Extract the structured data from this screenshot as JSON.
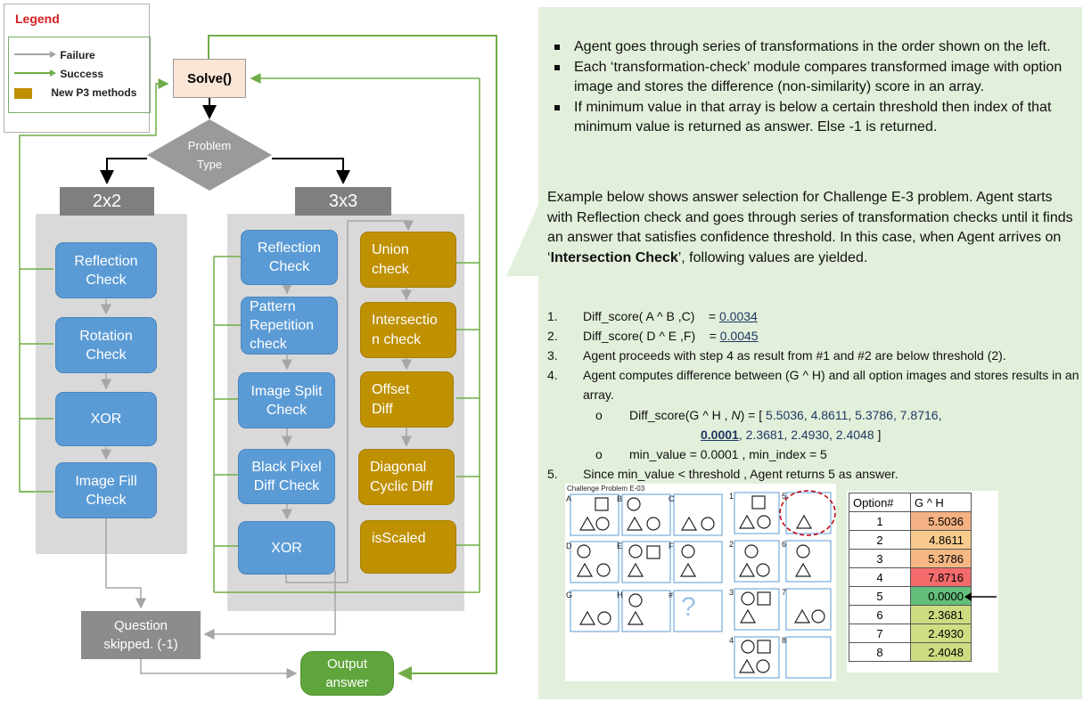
{
  "colors": {
    "failure": "#a6a6a6",
    "success": "#70ad47",
    "new_method": "#bf9000",
    "check_box": "#5b9bd5",
    "panel_bg": "#d9d9d9",
    "header_bg": "#7f7f7f",
    "note_bg": "#e2efda"
  },
  "legend": {
    "title": "Legend",
    "failure": "Failure",
    "success": "Success",
    "new_methods": "New P3 methods"
  },
  "flow": {
    "solve": "Solve()",
    "problem_type": [
      "Problem",
      "Type"
    ],
    "h2x2": "2x2",
    "h3x3": "3x3",
    "checks_2x2": [
      {
        "lines": [
          "Reflection",
          "Check"
        ],
        "icon": "check"
      },
      {
        "lines": [
          "Rotation",
          "Check"
        ],
        "icon": "check"
      },
      {
        "lines": [
          "XOR"
        ],
        "icon": "check"
      },
      {
        "lines": [
          "Image Fill",
          "Check"
        ],
        "icon": "check"
      }
    ],
    "checks_3x3_left": [
      {
        "lines": [
          "Reflection",
          "Check"
        ]
      },
      {
        "lines": [
          "Pattern",
          "Repetition",
          "check"
        ]
      },
      {
        "lines": [
          "Image Split",
          "Check"
        ]
      },
      {
        "lines": [
          "Black Pixel",
          "Diff Check"
        ]
      },
      {
        "lines": [
          "XOR"
        ]
      }
    ],
    "checks_3x3_right": [
      {
        "lines": [
          "Union",
          "check"
        ]
      },
      {
        "lines": [
          "Intersectio",
          "n check"
        ]
      },
      {
        "lines": [
          "Offset",
          "Diff"
        ]
      },
      {
        "lines": [
          "Diagonal",
          "Cyclic Diff"
        ]
      },
      {
        "lines": [
          "isScaled"
        ]
      }
    ],
    "question_skipped": [
      "Question",
      "skipped. (-1)"
    ],
    "output_answer": [
      "Output",
      "answer"
    ]
  },
  "notes": {
    "bullets": [
      "Agent goes through series of transformations in the order shown on the left.",
      "Each ‘transformation-check’ module compares transformed image with option image and stores the difference (non-similarity) score in an array.",
      "If minimum value in that array is below a certain threshold then index of that minimum value is returned as answer. Else -1 is returned."
    ],
    "para_before": "Example below shows answer selection for Challenge E-3 problem. Agent starts with Reflection check and goes through series of transformation checks until it finds an answer that satisfies confidence threshold. In this case, when Agent arrives on ‘",
    "para_bold": "Intersection Check",
    "para_after": "’, following values are yielded.",
    "step1_num": "1.",
    "step1_text": "Diff_score( A ^ B ,C)    = ",
    "step1_val": "0.0034",
    "step2_num": "2.",
    "step2_text": "Diff_score( D ^ E ,F)    = ",
    "step2_val": "0.0045",
    "step3_num": "3.",
    "step3_text": "Agent proceeds with step 4 as result from #1 and #2 are below threshold (2).",
    "step4_num": "4.",
    "step4_text": "Agent computes difference between (G ^ H) and  all option images and stores results in an array.",
    "sub_bullet": "o",
    "sub1_prefix": "Diff_score(G ^ H , ",
    "sub1_n": "N",
    "sub1_mid": ") = [ ",
    "sub1_vals_a": "5.5036, 4.8611, 5.3786, 7.8716,",
    "sub1_bold": "0.0001",
    "sub1_vals_b": ", 2.3681, 2.4930, 2.4048",
    "sub1_end": " ]",
    "sub2": "min_value = 0.0001 ,  min_index = 5",
    "step5_num": "5.",
    "step5_text": "Since min_value < threshold , Agent returns 5 as answer."
  },
  "puzzle": {
    "title": "Challenge Problem E-03",
    "cell_labels": [
      "A",
      "B",
      "C",
      "D",
      "E",
      "F",
      "G",
      "H",
      "#"
    ],
    "missing": "?",
    "option_labels": [
      "1",
      "2",
      "3",
      "4",
      "5",
      "6",
      "7",
      "8"
    ]
  },
  "option_table": {
    "headers": [
      "Option#",
      "G ^ H"
    ],
    "rows": [
      {
        "option": "1",
        "value": "5.5036",
        "color": "#f4b183"
      },
      {
        "option": "2",
        "value": "4.8611",
        "color": "#f8cb8c"
      },
      {
        "option": "3",
        "value": "5.3786",
        "color": "#f5b783"
      },
      {
        "option": "4",
        "value": "7.8716",
        "color": "#f36b6b"
      },
      {
        "option": "5",
        "value": "0.0000",
        "color": "#63be7b"
      },
      {
        "option": "6",
        "value": "2.3681",
        "color": "#cbdc81"
      },
      {
        "option": "7",
        "value": "2.4930",
        "color": "#d0dd82"
      },
      {
        "option": "8",
        "value": "2.4048",
        "color": "#cedc81"
      }
    ]
  }
}
